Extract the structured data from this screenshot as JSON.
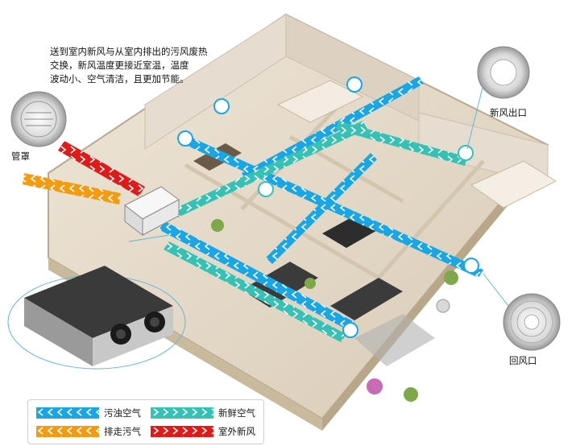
{
  "description_lines": [
    "送到室内新风与从室内排出的污风废热",
    "交换，新风温度更接近室温，温度",
    "波动小、空气清洁，且更加节能。"
  ],
  "callouts": {
    "hood": "管罩",
    "fresh_outlet": "新风出口",
    "return_vent": "回风口"
  },
  "legend": [
    {
      "label": "污浊空气",
      "color": "#1aa6e4",
      "direction": "left"
    },
    {
      "label": "新鲜空气",
      "color": "#35c2b5",
      "direction": "right"
    },
    {
      "label": "排走污气",
      "color": "#f39c12",
      "direction": "left"
    },
    {
      "label": "室外新风",
      "color": "#e01919",
      "direction": "right"
    }
  ],
  "colors": {
    "stale_air": "#1aa6e4",
    "fresh_air": "#35c2b5",
    "exhaust_air": "#f39c12",
    "outdoor_air": "#e01919"
  },
  "icons": [
    "fresh-air-outlet-icon",
    "return-air-vent-icon",
    "wall-hood-icon",
    "ventilation-unit-icon"
  ]
}
